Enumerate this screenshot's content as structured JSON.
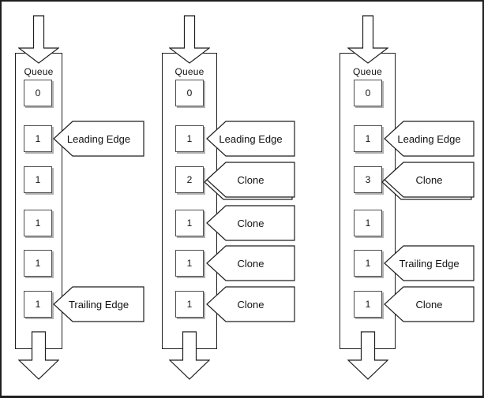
{
  "diagram": {
    "queue_label": "Queue",
    "columns": [
      {
        "cells": [
          {
            "value": "0"
          },
          {
            "value": "1",
            "callout": "Leading Edge"
          },
          {
            "value": "1"
          },
          {
            "value": "1"
          },
          {
            "value": "1"
          },
          {
            "value": "1",
            "callout": "Trailing Edge"
          }
        ]
      },
      {
        "cells": [
          {
            "value": "0"
          },
          {
            "value": "1",
            "callout": "Leading Edge"
          },
          {
            "value": "2",
            "callout": "Clone",
            "stacked": true
          },
          {
            "value": "1",
            "callout": "Clone"
          },
          {
            "value": "1",
            "callout": "Clone"
          },
          {
            "value": "1",
            "callout": "Clone"
          }
        ]
      },
      {
        "cells": [
          {
            "value": "0"
          },
          {
            "value": "1",
            "callout": "Leading Edge"
          },
          {
            "value": "3",
            "callout": "Clone",
            "stacked": true
          },
          {
            "value": "1"
          },
          {
            "value": "1",
            "callout": "Trailing Edge"
          },
          {
            "value": "1",
            "callout": "Clone"
          }
        ]
      }
    ],
    "colors": {
      "line": "#1f1f1f",
      "box_border": "#4d4d4d",
      "box_shadow": "#b0b0b0",
      "background": "#ffffff"
    }
  }
}
